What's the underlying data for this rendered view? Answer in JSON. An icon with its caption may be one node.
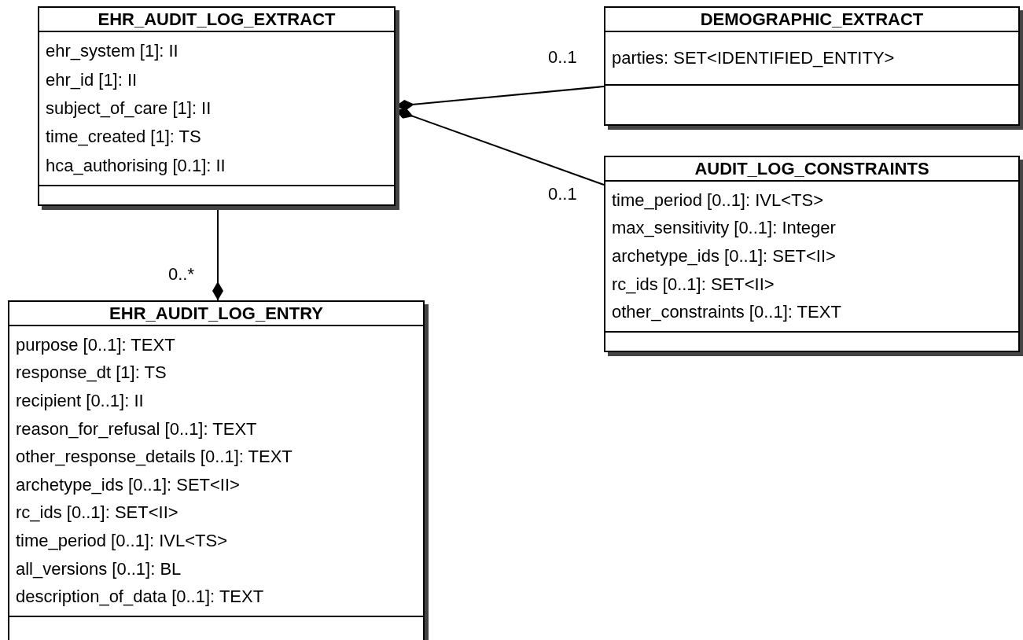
{
  "diagram": {
    "nodes": [
      {
        "text": [
          "EHR_AUDIT_LOG_EXTRACT",
          "ehr_system [1]: II",
          "ehr_id [1]: II",
          "subject_of_care [1]: II",
          "time_created [1]: TS",
          "hca_authorising [0.1]: II"
        ]
      },
      {
        "text": [
          "DEMOGRAPHIC_EXTRACT",
          "parties: SET<IDENTIFIED_ENTITY>"
        ]
      },
      {
        "text": [
          "AUDIT_LOG_CONSTRAINTS",
          "time_period [0..1]: IVL<TS>",
          "max_sensitivity [0..1]: Integer",
          "archetype_ids [0..1]: SET<II>",
          "rc_ids [0..1]: SET<II>",
          "other_constraints [0..1]: TEXT"
        ]
      },
      {
        "text": [
          "EHR_AUDIT_LOG_ENTRY",
          "purpose [0..1]: TEXT",
          "response_dt [1]: TS",
          "recipient [0..1]: II",
          "reason_for_refusal [0..1]: TEXT",
          "other_response_details [0..1]: TEXT",
          "archetype_ids [0..1]: SET<II>",
          "rc_ids [0..1]: SET<II>",
          "time_period [0..1]: IVL<TS>",
          "all_versions [0..1]: BL",
          "description_of_data [0..1]: TEXT"
        ]
      }
    ],
    "edges": [
      {
        "from": 0,
        "to": 1,
        "arrow": "other",
        "label": "0..1"
      },
      {
        "from": 0,
        "to": 2,
        "arrow": "other",
        "label": "0..1"
      },
      {
        "from": 3,
        "to": 0,
        "arrow": "other",
        "label": "0..*"
      }
    ]
  }
}
